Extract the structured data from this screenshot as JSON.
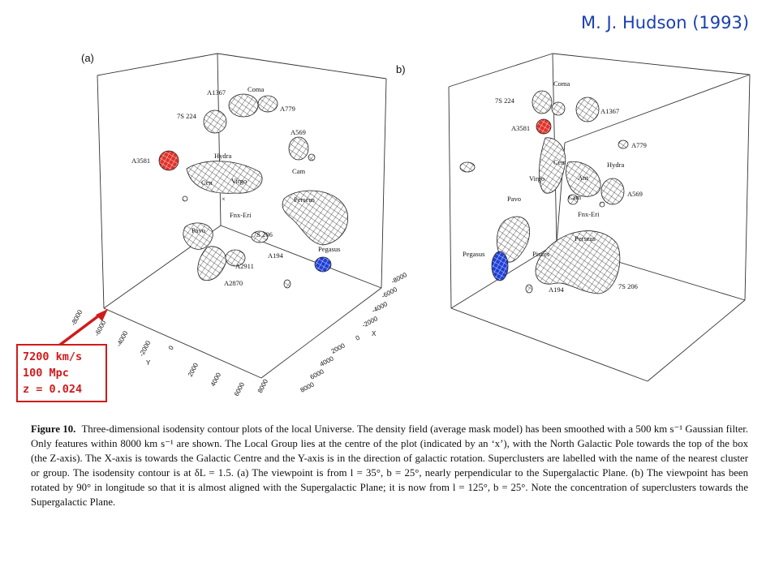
{
  "credit": "M. J. Hudson (1993)",
  "panels": {
    "a_label": "(a)",
    "b_label": "b)"
  },
  "scale_box": {
    "line1": "7200 km/s",
    "line2": "100 Mpc",
    "line3": "z = 0.024"
  },
  "panel_a": {
    "labels": {
      "coma": "Coma",
      "a1367": "A1367",
      "a779": "A779",
      "s224": "7S 224",
      "a569": "A569",
      "a3581": "A3581",
      "hydra": "Hydra",
      "cam": "Cam",
      "cen": "Cen",
      "virgo": "Virgo",
      "x_mark": "×",
      "perseus": "Perseus",
      "fnx": "Fnx-Eri",
      "pavo": "Pavo",
      "s206": "7S 206",
      "a194": "A194",
      "pegasus": "Pegasus",
      "a2911": "A2911",
      "a2870": "A2870"
    },
    "y_axis": {
      "name": "Y",
      "ticks": [
        "-8000",
        "-6000",
        "-4000",
        "-2000",
        "0",
        "2000",
        "4000",
        "6000",
        "8000"
      ]
    },
    "x_axis": {
      "name": "X",
      "ticks": [
        "-8000",
        "-6000",
        "-4000",
        "-2000",
        "0",
        "2000",
        "4000",
        "6000",
        "8000"
      ]
    }
  },
  "panel_b": {
    "labels": {
      "coma": "Coma",
      "s224": "7S 224",
      "a1367": "A1367",
      "a3581": "A3581",
      "a779": "A779",
      "cen": "Cen",
      "hydra": "Hydra",
      "virgo": "Virgo",
      "ant": "Ant",
      "a569": "A569",
      "pavo": "Pavo",
      "cam": "Cam",
      "fnx": "Fnx-Eri",
      "perseus": "Perseus",
      "pegasus": "Pegasus",
      "pisces": "Pisces",
      "s206": "7S 206",
      "a194": "A194"
    }
  },
  "caption": {
    "fig_num": "Figure 10.",
    "text": "Three-dimensional isodensity contour plots of the local Universe. The density field (average mask model) has been smoothed with a 500 km s⁻¹ Gaussian filter. Only features within 8000 km s⁻¹ are shown. The Local Group lies at the centre of the plot (indicated by an ‘x’), with the North Galactic Pole towards the top of the box (the Z-axis). The X-axis is towards the Galactic Centre and the Y-axis is in the direction of galactic rotation. Superclusters are labelled with the name of the nearest cluster or group. The isodensity contour is at δL = 1.5. (a) The viewpoint is from l = 35°, b = 25°, nearly perpendicular to the Supergalactic Plane. (b) The viewpoint has been rotated by 90° in longitude so that it is almost aligned with the Supergalactic Plane; it is now from l = 125°, b = 25°. Note the concentration of superclusters towards the Supergalactic Plane."
  },
  "colors": {
    "credit": "#1a3fb0",
    "scale": "#d01b1b",
    "a3581": "#e0322a",
    "pegasus": "#1f3fd8"
  }
}
